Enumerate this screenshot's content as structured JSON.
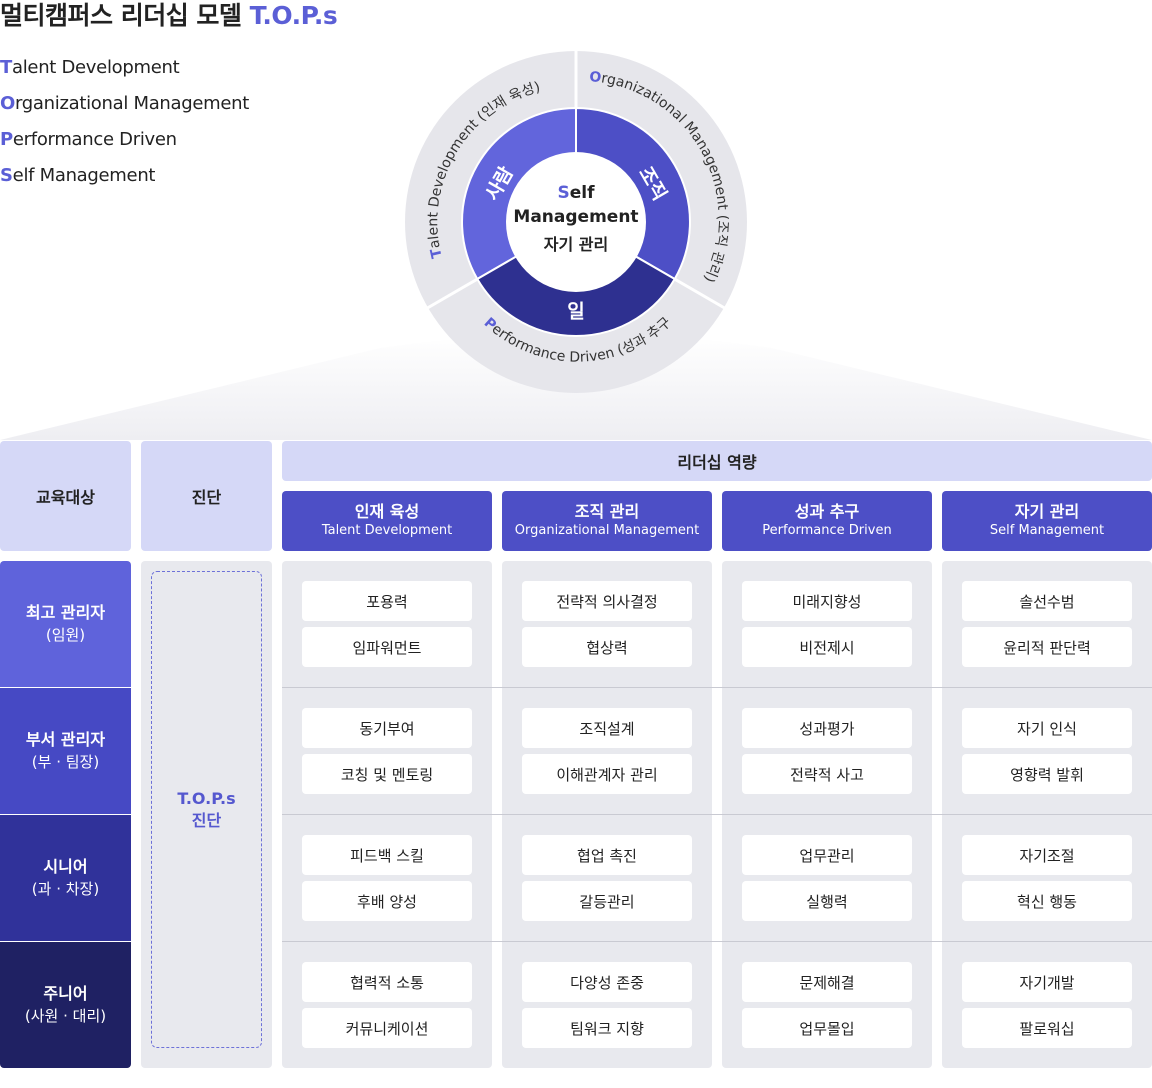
{
  "title": {
    "main": "멀티캠퍼스 리더십 모델",
    "accent": "T.O.P.s"
  },
  "legend": [
    {
      "initial": "T",
      "rest": "alent Development"
    },
    {
      "initial": "O",
      "rest": "rganizational Management"
    },
    {
      "initial": "P",
      "rest": "erformance Driven"
    },
    {
      "initial": "S",
      "rest": "elf Management"
    }
  ],
  "wheel": {
    "outer": {
      "talent": {
        "initial": "T",
        "rest": "alent Development (인재 육성)"
      },
      "org": {
        "initial": "O",
        "rest": "rganizational Management (조직 관리)"
      },
      "perf": {
        "initial": "P",
        "rest": "erformance Driven (성과 추구)"
      }
    },
    "segments": {
      "people": "사람",
      "org": "조직",
      "work": "일"
    },
    "center": {
      "initial": "S",
      "line1_rest": "elf",
      "line2": "Management",
      "line3": "자기 관리"
    },
    "colors": {
      "outer_ring": "#e6e6eb",
      "people": "#6265dc",
      "org": "#4d4fc6",
      "work": "#2e3090"
    }
  },
  "table": {
    "header_target": "교육대상",
    "header_diagnosis": "진단",
    "header_competency": "리더십 역량",
    "competencies": [
      {
        "ko": "인재 육성",
        "en": "Talent Development"
      },
      {
        "ko": "조직 관리",
        "en": "Organizational Management"
      },
      {
        "ko": "성과 추구",
        "en": "Performance Driven"
      },
      {
        "ko": "자기 관리",
        "en": "Self Management"
      }
    ],
    "diagnosis": {
      "line1": "T.O.P.s",
      "line2": "진단"
    },
    "rows": [
      {
        "target": "최고 관리자",
        "sub": "(임원)",
        "color": "#5f63db",
        "cells": [
          [
            "포용력",
            "임파워먼트"
          ],
          [
            "전략적 의사결정",
            "협상력"
          ],
          [
            "미래지향성",
            "비전제시"
          ],
          [
            "솔선수범",
            "윤리적 판단력"
          ]
        ]
      },
      {
        "target": "부서 관리자",
        "sub": "(부 · 팀장)",
        "color": "#4649c4",
        "cells": [
          [
            "동기부여",
            "코칭 및 멘토링"
          ],
          [
            "조직설계",
            "이해관계자 관리"
          ],
          [
            "성과평가",
            "전략적 사고"
          ],
          [
            "자기 인식",
            "영향력 발휘"
          ]
        ]
      },
      {
        "target": "시니어",
        "sub": "(과 · 차장)",
        "color": "#30329a",
        "cells": [
          [
            "피드백 스킬",
            "후배 양성"
          ],
          [
            "협업 촉진",
            "갈등관리"
          ],
          [
            "업무관리",
            "실행력"
          ],
          [
            "자기조절",
            "혁신 행동"
          ]
        ]
      },
      {
        "target": "주니어",
        "sub": "(사원 · 대리)",
        "color": "#1f2163",
        "cells": [
          [
            "협력적 소통",
            "커뮤니케이션"
          ],
          [
            "다양성 존중",
            "팀워크 지향"
          ],
          [
            "문제해결",
            "업무몰입"
          ],
          [
            "자기개발",
            "팔로워십"
          ]
        ]
      }
    ]
  }
}
